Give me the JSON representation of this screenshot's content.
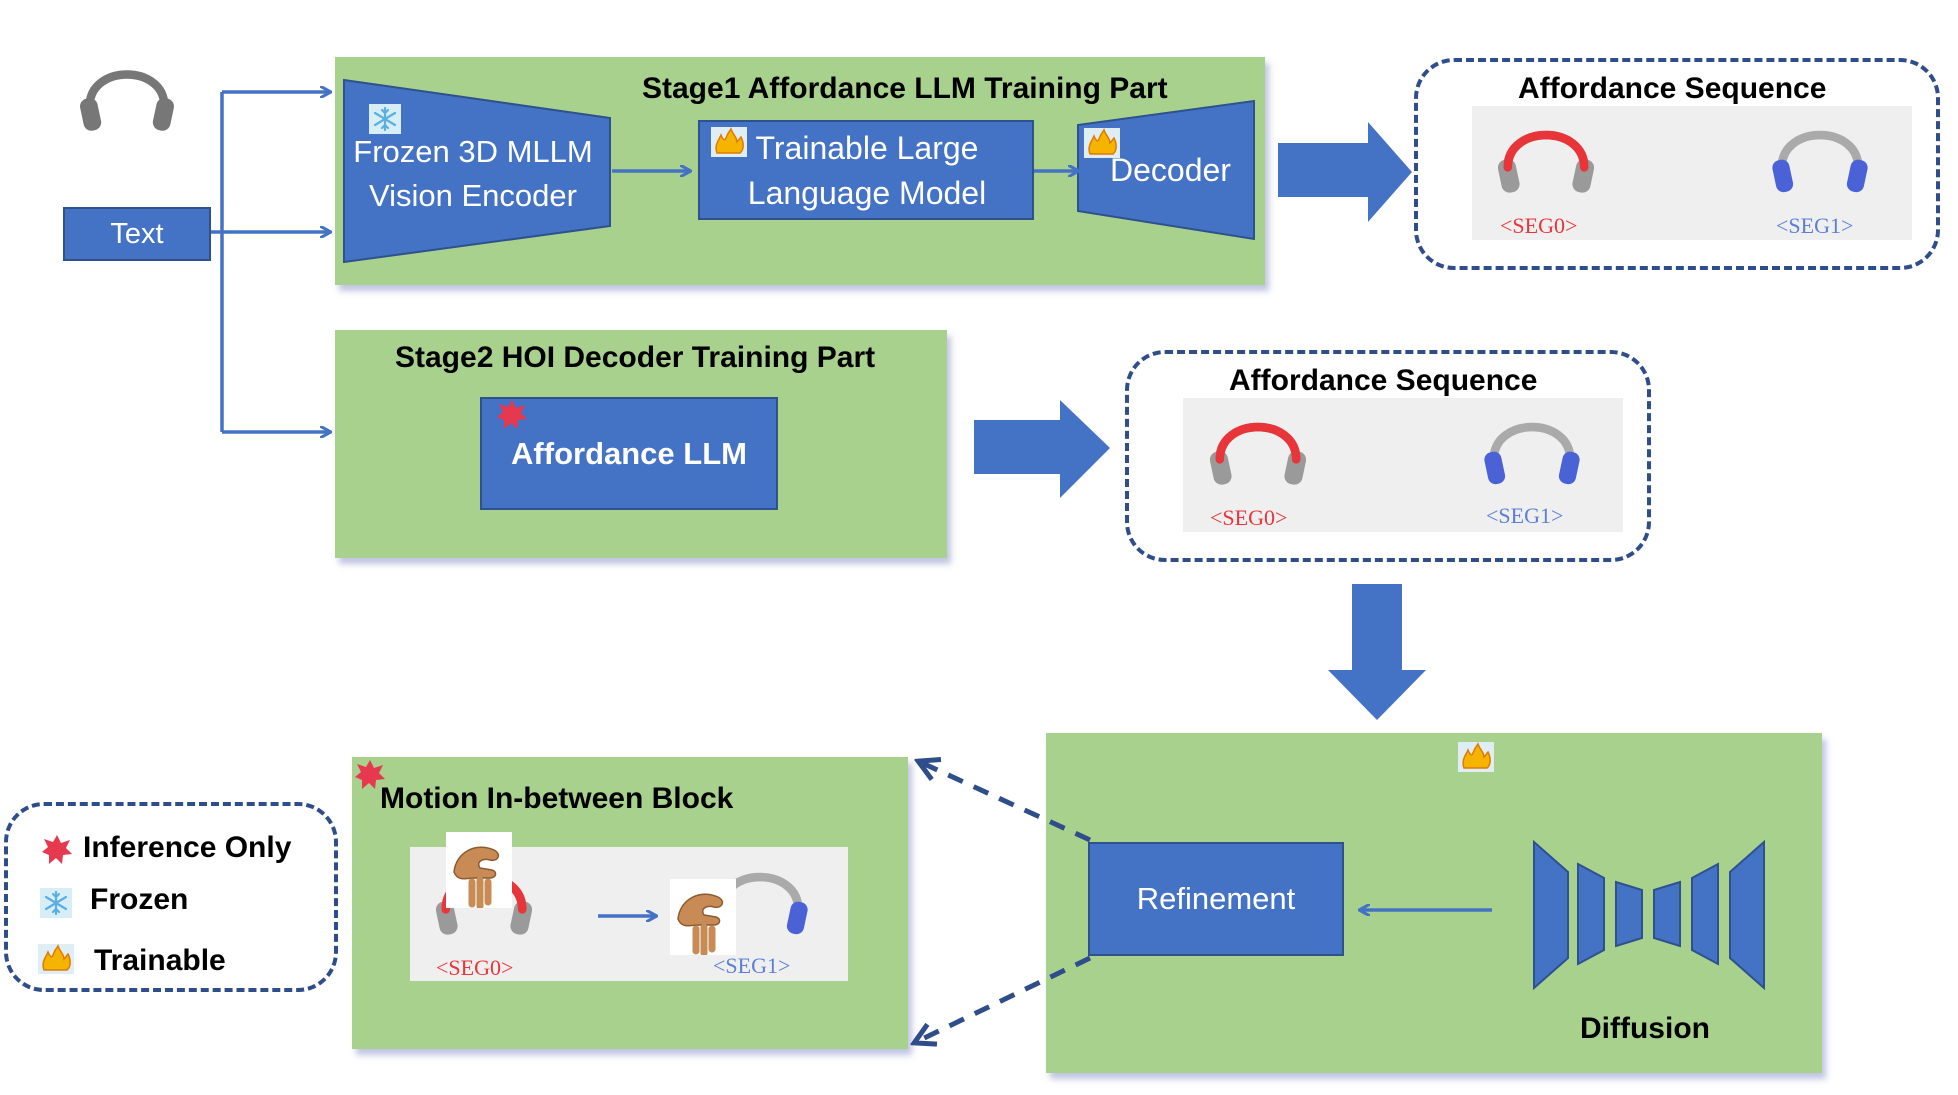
{
  "input": {
    "text_label": "Text"
  },
  "stage1": {
    "title": "Stage1 Affordance LLM Training Part",
    "encoder_label": "Frozen 3D MLLM Vision Encoder",
    "llm_label": "Trainable Large Language Model",
    "decoder_label": "Decoder"
  },
  "stage2": {
    "title": "Stage2 HOI Decoder Training Part",
    "llm_label": "Affordance LLM"
  },
  "affordance_top": {
    "title": "Affordance Sequence",
    "seg0": "<SEG0>",
    "seg1": "<SEG1>"
  },
  "affordance_mid": {
    "title": "Affordance Sequence",
    "seg0": "<SEG0>",
    "seg1": "<SEG1>"
  },
  "motion_block": {
    "title": "Motion In-between Block",
    "seg0": "<SEG0>",
    "seg1": "<SEG1>"
  },
  "diffusion_block": {
    "refinement_label": "Refinement",
    "diffusion_label": "Diffusion"
  },
  "legend": {
    "inference_only": "Inference Only",
    "frozen": "Frozen",
    "trainable": "Trainable"
  },
  "colors": {
    "green_panel": "#a9d18e",
    "block_blue": "#4472c4",
    "arrow_blue": "#4472c4",
    "dashed_border": "#2f4d8a",
    "seg0_red": "#e8353a",
    "seg1_blue": "#5b7fd6",
    "star_red": "#e63950"
  },
  "icons": {
    "frozen": "snowflake-icon",
    "trainable": "flame-icon",
    "inference_only": "star-icon",
    "object": "headphones-icon",
    "hand": "hand-icon"
  }
}
